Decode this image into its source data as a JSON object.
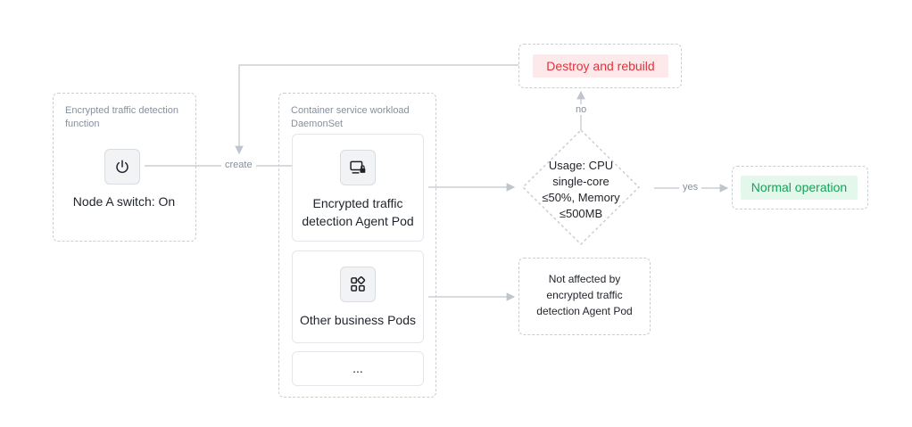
{
  "function_box": {
    "caption": "Encrypted traffic detection function",
    "node_label": "Node A switch: On",
    "icon": "power-icon"
  },
  "workload_box": {
    "caption_line1": "Container service workload",
    "caption_line2": "DaemonSet",
    "agent_pod": {
      "label": "Encrypted traffic detection Agent Pod",
      "icon": "monitor-lock-icon"
    },
    "other_pods": {
      "label": "Other business Pods",
      "icon": "grid-apps-icon"
    },
    "more": "..."
  },
  "edges": {
    "create": "create",
    "no": "no",
    "yes": "yes"
  },
  "decision": {
    "text": "Usage: CPU single-core ≤50%, Memory ≤500MB"
  },
  "destroy": {
    "label": "Destroy and rebuild",
    "color": "#e0323c",
    "bg": "#fde9ea"
  },
  "normal": {
    "label": "Normal operation",
    "color": "#14a35a",
    "bg": "#e4f7eb"
  },
  "not_affected": {
    "text": "Not affected by encrypted traffic detection Agent Pod"
  },
  "colors": {
    "line": "#c0c4cc",
    "dashed_border": "#c9cdd4"
  }
}
